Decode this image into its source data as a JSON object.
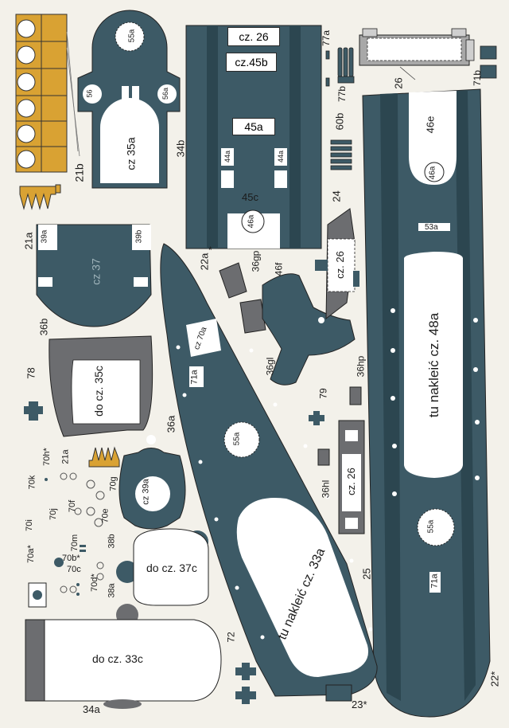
{
  "colors": {
    "teal": "#3d5a66",
    "teal_dark": "#2c4650",
    "ochre": "#d9a233",
    "grey": "#6c6d70",
    "white": "#ffffff",
    "paper": "#f3f1ea"
  },
  "labels": {
    "l21b": "21b",
    "l21a": "21a",
    "l34b": "34b",
    "l22a": "22a",
    "l22a_star": "*",
    "l36gp": "36gp",
    "l46f": "46f",
    "l36gl": "36gl",
    "l36hp": "36hp",
    "l36b": "36b",
    "l36a": "36a",
    "l78": "78",
    "l79": "79",
    "l24": "24",
    "l60b": "60b",
    "l77a": "77a",
    "l77b": "77b",
    "l26": "26",
    "l71b": "71b",
    "l70h": "70h*",
    "l21a_small": "21a",
    "l70k": "70k",
    "l70g": "70g",
    "l70f": "70f",
    "l70j": "70j",
    "l70i": "70i",
    "l70e": "70e",
    "l38b": "38b",
    "l70m": "70m",
    "l70a": "70a*",
    "l70b": "70b*",
    "l70c": "70c",
    "l70d": "70d*",
    "l38a": "38a",
    "l36hl": "36hl",
    "l25": "25",
    "l72": "72",
    "l34a": "34a",
    "l23": "23*",
    "l22": "22*",
    "cz26_top": "cz. 26",
    "cz45b": "cz.45b",
    "l45a": "45a",
    "l44a": "44a",
    "l45c": "45c",
    "l46a": "46a",
    "l46e": "46e",
    "l53a": "53a",
    "cz35a": "cz 35a",
    "l55a": "55a",
    "cz37": "cz 37",
    "l39a": "39a",
    "l39b": "39b",
    "do_cz35c": "do cz. 35c",
    "cz39a": "cz 39a",
    "do_cz37c": "do cz. 37c",
    "do_cz33c": "do cz. 33c",
    "cz70a": "cz 70a",
    "l71a": "71a",
    "cz26_right": "cz. 26",
    "cz26_mid": "cz. 26",
    "tu_48a": "tu nakleić cz. 48a",
    "tu_33a": "tu nakleić cz. 33a",
    "l56": "56",
    "l56a": "56a"
  }
}
